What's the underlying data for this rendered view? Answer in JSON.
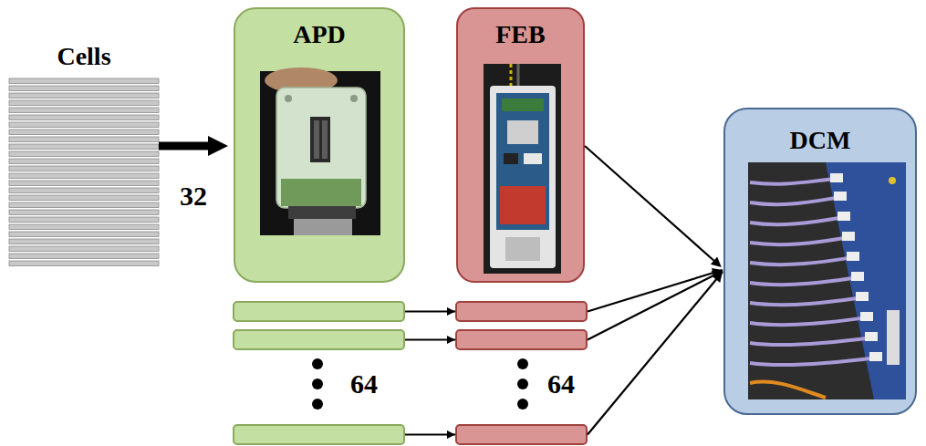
{
  "diagram": {
    "nodes": [
      {
        "text": [
          "Cells"
        ]
      },
      {
        "text": [
          "APD"
        ]
      },
      {
        "text": [
          "FEB"
        ]
      },
      {
        "text": [
          "DCM"
        ]
      }
    ],
    "edges": [
      {
        "from": 0,
        "to": 1,
        "arrow": "to",
        "label": "32"
      },
      {
        "from": 2,
        "to": 3,
        "arrow": "to"
      }
    ],
    "labels": [
      "64",
      "64"
    ]
  }
}
